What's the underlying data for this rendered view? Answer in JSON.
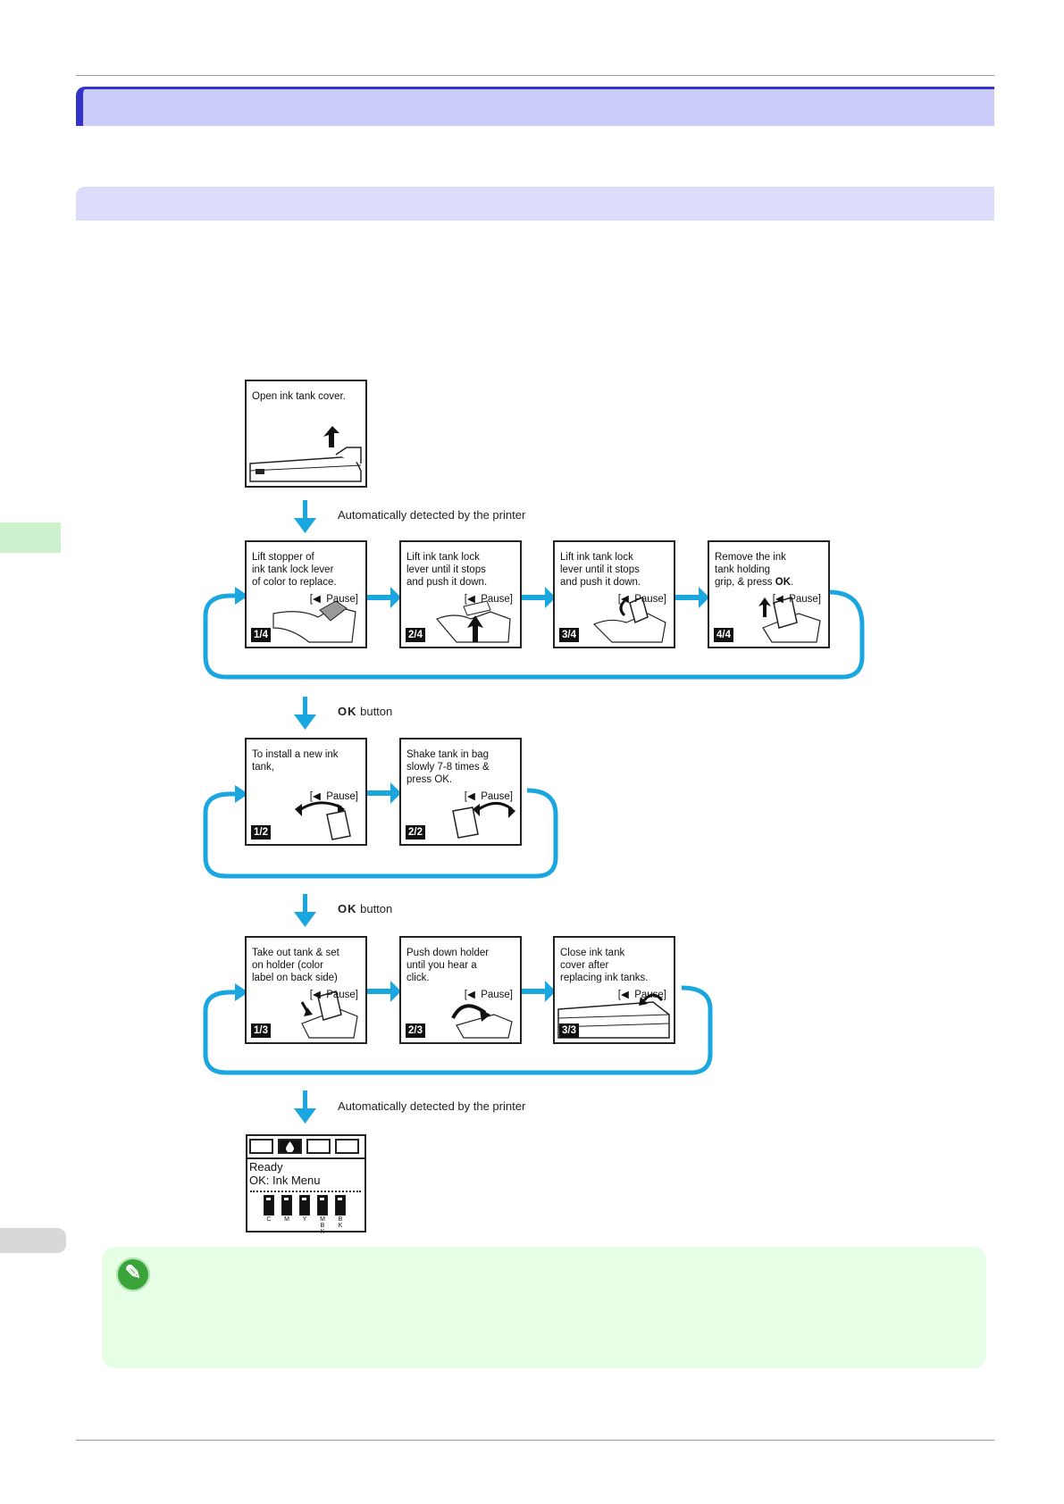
{
  "page": {
    "heading1": "",
    "heading2": ""
  },
  "flow": {
    "start_panel": {
      "text": "Open ink tank cover."
    },
    "connectors": [
      {
        "bold": "",
        "rest": "Automatically detected by the printer"
      },
      {
        "bold": "OK",
        "rest": " button"
      },
      {
        "bold": "OK",
        "rest": " button"
      },
      {
        "bold": "",
        "rest": "Automatically detected by the printer"
      }
    ],
    "pause_label": "[◀  Pause]",
    "row1": [
      {
        "text": "Lift stopper of\nink tank lock lever\nof color to replace.",
        "badge": "1/4"
      },
      {
        "text": "Lift ink tank lock\nlever until it stops\nand push it down.",
        "badge": "2/4"
      },
      {
        "text": "Lift ink tank lock\nlever until it stops\nand push it down.",
        "badge": "3/4"
      },
      {
        "text_before": "Remove the ink\ntank holding\ngrip, & press ",
        "text_bold": "OK",
        "text_after": ".",
        "badge": "4/4"
      }
    ],
    "row2": [
      {
        "text": "To install a new ink\ntank,",
        "badge": "1/2"
      },
      {
        "text": "Shake tank in bag\nslowly 7-8 times &\npress OK.",
        "badge": "2/2"
      }
    ],
    "row3": [
      {
        "text": "Take out tank & set\non holder (color\nlabel on back side)",
        "badge": "1/3"
      },
      {
        "text": "Push down holder\nuntil you hear a\nclick.",
        "badge": "2/3"
      },
      {
        "text": "Close ink tank\ncover after\nreplacing ink tanks.",
        "badge": "3/3"
      }
    ],
    "final_display": {
      "line1": "Ready",
      "line2": "OK: Ink Menu",
      "ink_labels": [
        "C",
        "M",
        "Y",
        "M\nB\nK",
        "B\nK"
      ]
    }
  },
  "colors": {
    "arrow": "#1aa7e0",
    "heading1_bg": "#cbcbfa",
    "heading2_bg": "#dcdcfa",
    "note_bg": "#e6fde6"
  },
  "icons": [
    "pencil-note-icon",
    "arrow-down-icon",
    "arrow-right-icon",
    "loop-arrow-icon"
  ]
}
